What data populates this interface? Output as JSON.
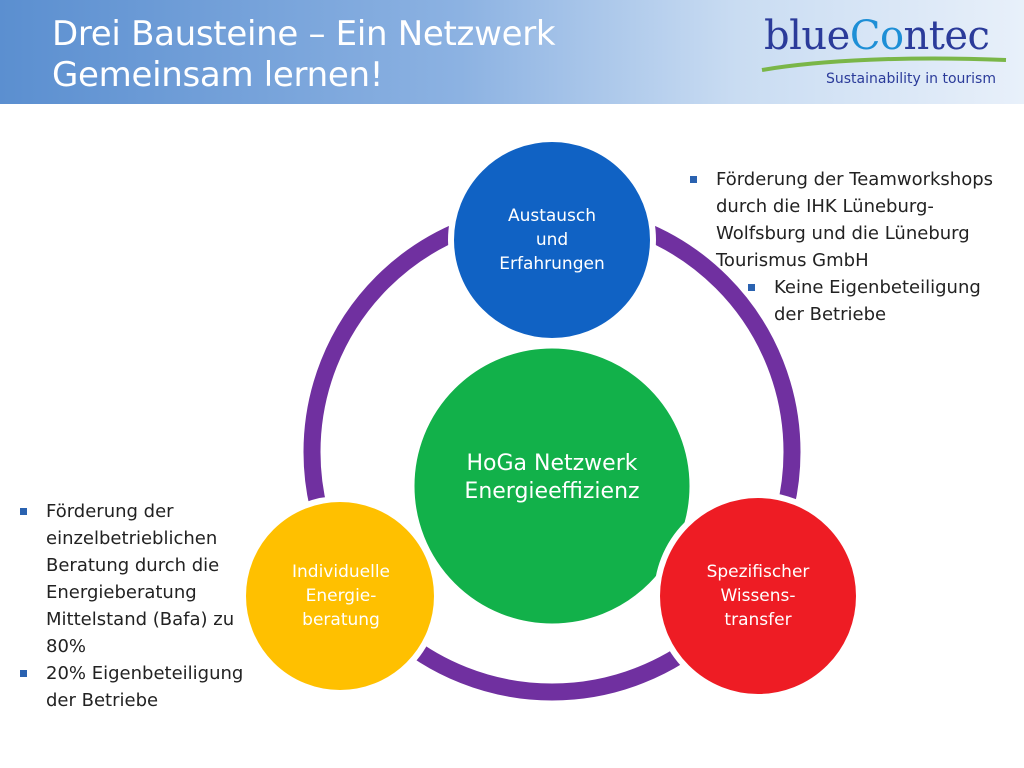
{
  "header": {
    "title_line1": "Drei Bausteine – Ein Netzwerk",
    "title_line2": "Gemeinsam lernen!"
  },
  "logo": {
    "word_part1": "blue",
    "word_part2": "Co",
    "word_part3": "ntec",
    "tagline": "Sustainability in tourism"
  },
  "diagram": {
    "center": {
      "line1": "HoGa Netzwerk",
      "line2": "Energieeffizienz",
      "color": "#12b14a"
    },
    "top": {
      "line1": "Austausch",
      "line2": "und",
      "line3": "Erfahrungen",
      "color": "#1062c4"
    },
    "left": {
      "line1": "Individuelle",
      "line2": "Energie-",
      "line3": "beratung",
      "color": "#ffc000"
    },
    "right": {
      "line1": "Spezifischer",
      "line2": "Wissens-",
      "line3": "transfer",
      "color": "#ee1c24"
    },
    "ring_color": "#7030a0"
  },
  "right_notes": {
    "item1": "Förderung der Teamworkshops durch die IHK Lüneburg-Wolfsburg und die Lüneburg Tourismus GmbH",
    "item2": "Keine Eigenbeteiligung der Betriebe"
  },
  "left_notes": {
    "item1": "Förderung der einzelbetrieblichen Beratung durch die Energieberatung Mittelstand (Bafa) zu 80%",
    "item2": "20% Eigenbeteiligung der Betriebe"
  }
}
